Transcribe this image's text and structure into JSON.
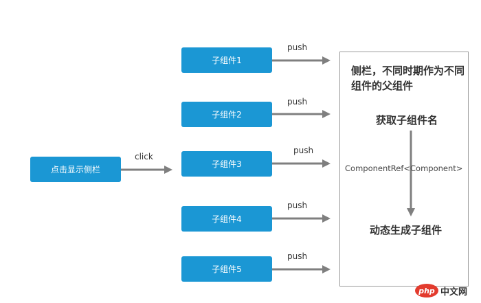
{
  "trigger": {
    "label": "点击显示侧栏"
  },
  "click_label": "click",
  "children": [
    {
      "label": "子组件1",
      "push_label": "push"
    },
    {
      "label": "子组件2",
      "push_label": "push"
    },
    {
      "label": "子组件3",
      "push_label": "push"
    },
    {
      "label": "子组件4",
      "push_label": "push"
    },
    {
      "label": "子组件5",
      "push_label": "push"
    }
  ],
  "sidebar": {
    "title": "侧栏，不同时期作为不同组件的父组件",
    "step_get": "获取子组件名",
    "component_ref": "ComponentRef<Component>",
    "step_create": "动态生成子组件"
  },
  "watermark": {
    "logo": "php",
    "text": "中文网"
  },
  "colors": {
    "node": "#1b97d4",
    "arrow": "#7f7f7f",
    "panel_border": "#9a9a9a"
  }
}
